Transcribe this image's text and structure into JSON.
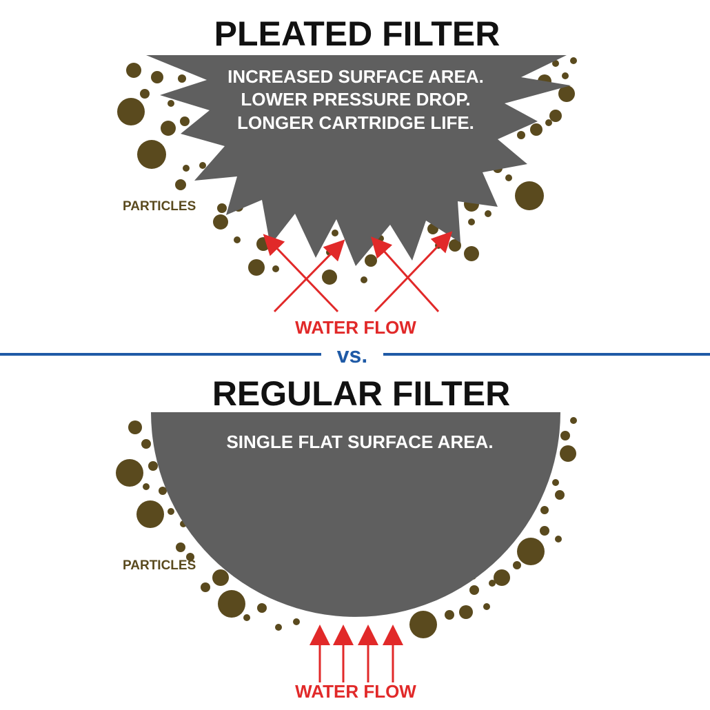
{
  "colors": {
    "filter_fill": "#5f5f5f",
    "particle": "#5a4a1e",
    "flow_arrow": "#e12929",
    "divider": "#1f5aa6",
    "title": "#111111",
    "body_text": "#ffffff"
  },
  "pleated": {
    "title": "PLEATED FILTER",
    "lines": [
      "INCREASED SURFACE AREA.",
      "LOWER PRESSURE DROP.",
      "LONGER CARTRIDGE LIFE."
    ],
    "particles_label": "PARTICLES",
    "water_flow_label": "WATER FLOW"
  },
  "divider": {
    "label": "vs."
  },
  "regular": {
    "title": "REGULAR FILTER",
    "lines": [
      "SINGLE FLAT SURFACE AREA."
    ],
    "particles_label": "PARTICLES",
    "water_flow_label": "WATER FLOW"
  }
}
